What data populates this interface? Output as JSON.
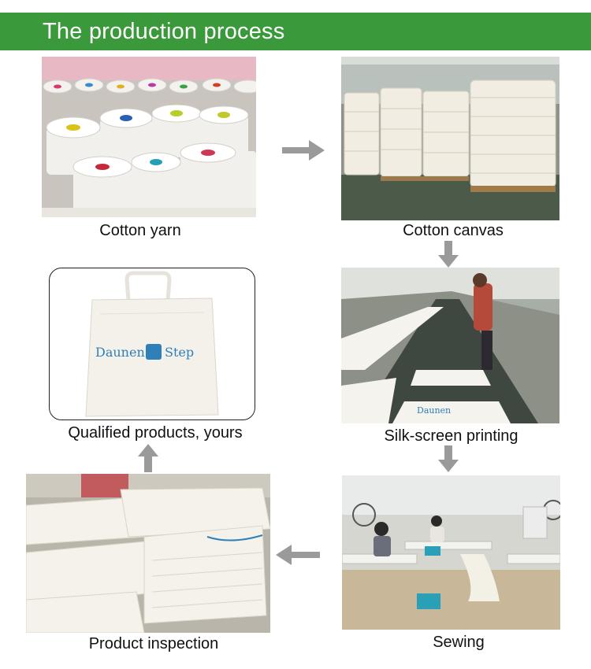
{
  "banner": {
    "title": "The production process"
  },
  "steps": {
    "cotton_yarn": "Cotton yarn",
    "cotton_canvas": "Cotton canvas",
    "silk_screen": "Silk-screen printing",
    "sewing": "Sewing",
    "inspection": "Product inspection",
    "qualified": "Qualified products, yours"
  },
  "brand": {
    "left": "Daunen",
    "right": "Step"
  },
  "colors": {
    "banner": "#3a9a3b",
    "arrow": "#9a9a9a",
    "brand": "#2f7fb8"
  },
  "icons": {
    "flow_arrow": "arrow-icon"
  }
}
